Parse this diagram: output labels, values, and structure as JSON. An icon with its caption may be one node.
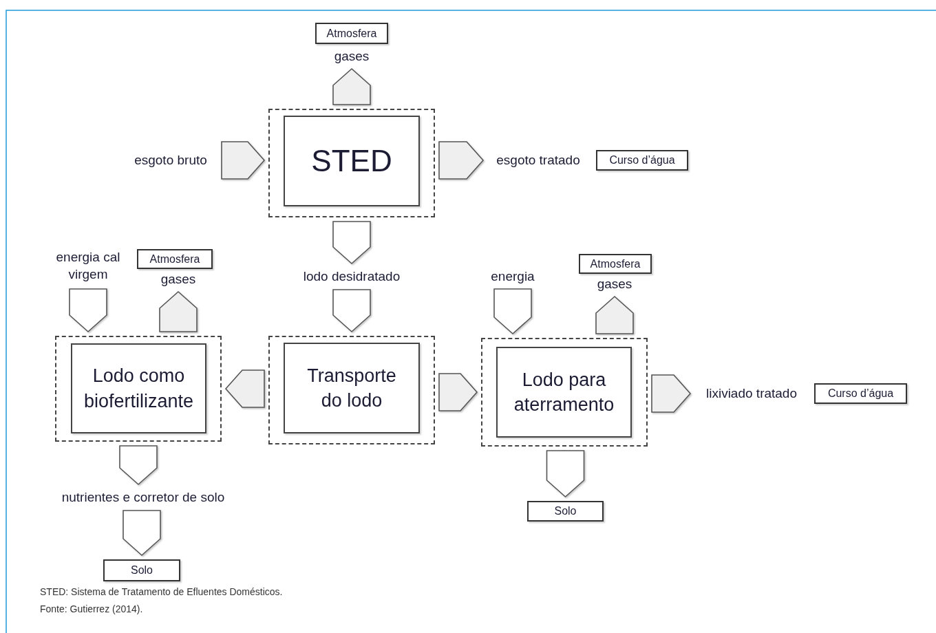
{
  "diagram": {
    "caption": "STED: Sistema de Tratamento de Efluentes Domésticos.",
    "nodes": [
      {
        "text": [
          "Atmosfera"
        ]
      },
      {
        "text": [
          "gases"
        ]
      },
      {
        "text": [
          "esgoto bruto"
        ]
      },
      {
        "text": [],
        "shape": "box"
      },
      {
        "text": [
          "STED"
        ],
        "in": 3
      },
      {
        "text": [
          "esgoto tratado"
        ]
      },
      {
        "text": [
          "Curso d’água"
        ]
      },
      {
        "text": [
          "energia cal virgem"
        ]
      },
      {
        "text": [
          "Atmosfera"
        ]
      },
      {
        "text": [
          "gases"
        ]
      },
      {
        "text": [
          "lodo desidratado"
        ]
      },
      {
        "text": [
          "energia"
        ]
      },
      {
        "text": [
          "Atmosfera"
        ]
      },
      {
        "text": [
          "gases"
        ]
      },
      {
        "text": [],
        "shape": "box"
      },
      {
        "text": [
          "Lodo como biofertilizante"
        ],
        "in": 14
      },
      {
        "text": [],
        "shape": "box"
      },
      {
        "text": [
          "Transporte do lodo"
        ],
        "in": 16
      },
      {
        "text": [],
        "shape": "box"
      },
      {
        "text": [
          "Lodo para aterramento"
        ],
        "in": 18
      },
      {
        "text": [
          "lixiviado tratado"
        ]
      },
      {
        "text": [
          "Curso d’água"
        ]
      },
      {
        "text": [
          "Solo"
        ]
      },
      {
        "text": [
          "nutrientes e corretor de solo"
        ]
      },
      {
        "text": [
          "Solo"
        ]
      }
    ],
    "edges": [
      {
        "from": 2,
        "to": 3,
        "arrow": "to"
      },
      {
        "from": 3,
        "to": 1,
        "arrow": "to"
      },
      {
        "from": 3,
        "to": 5,
        "arrow": "to"
      },
      {
        "from": 3,
        "to": 10,
        "arrow": "to"
      },
      {
        "from": 10,
        "to": 16,
        "arrow": "to"
      },
      {
        "from": 16,
        "to": 14,
        "arrow": "to"
      },
      {
        "from": 16,
        "to": 18,
        "arrow": "to"
      },
      {
        "from": 7,
        "to": 14,
        "arrow": "to"
      },
      {
        "from": 14,
        "to": 9,
        "arrow": "to"
      },
      {
        "from": 11,
        "to": 18,
        "arrow": "to"
      },
      {
        "from": 18,
        "to": 13,
        "arrow": "to"
      },
      {
        "from": 18,
        "to": 20,
        "arrow": "to"
      },
      {
        "from": 18,
        "to": 22,
        "arrow": "to"
      },
      {
        "from": 14,
        "to": 23,
        "arrow": "to"
      },
      {
        "from": 23,
        "to": 24,
        "arrow": "to"
      }
    ],
    "labels": [
      "Fonte: Gutierrez (2014)."
    ]
  }
}
